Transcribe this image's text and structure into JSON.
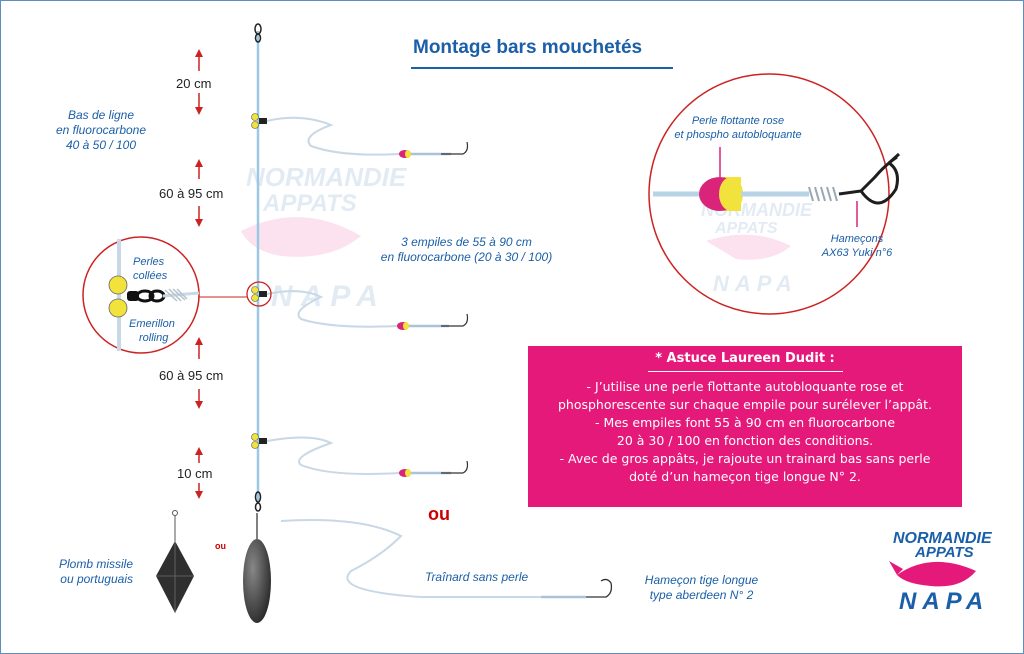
{
  "title": "Montage bars mouchetés",
  "labels": {
    "bas_de_ligne": [
      "Bas de ligne",
      "en fluorocarbone",
      "40  à 50 / 100"
    ],
    "dim_top": "20 cm",
    "dim_mid1": "60 à 95 cm",
    "dim_mid2": "60 à 95 cm",
    "dim_bottom": "10 cm",
    "empiles": [
      "3 empiles de 55 à 90 cm",
      "en fluorocarbone (20 à 30 / 100)"
    ],
    "perles_collees": [
      "Perles",
      "collées"
    ],
    "emerillon": [
      "Emerillon",
      "rolling"
    ],
    "plomb": [
      "Plomb missile",
      "ou portuguais"
    ],
    "ou_small": "ou",
    "ou_big": "ou",
    "trainard": "Traînard sans perle",
    "hamecon_tige": [
      "Hameçon tige longue",
      "type aberdeen N° 2"
    ],
    "perle_flottante": [
      "Perle flottante rose",
      "et phospho autobloquante"
    ],
    "hamecons_yuki": [
      "Hameçons",
      "AX63 Yuki n°6"
    ]
  },
  "tip": {
    "title": "* Astuce Laureen Dudit :",
    "lines": [
      "- J’utilise une perle flottante autobloquante rose et",
      "phosphorescente sur chaque empile pour surélever l’appât.",
      "- Mes empiles font 55 à 90 cm en fluorocarbone",
      "20 à 30 / 100 en fonction des conditions.",
      "- Avec de gros appâts, je rajoute un trainard bas sans perle",
      "doté d’un hameçon tige longue N° 2."
    ]
  },
  "logo": {
    "top": "NORMANDIE",
    "middle": "APPATS",
    "bottom": "NAPA"
  },
  "colors": {
    "accent_blue": "#1a5fa8",
    "tip_pink": "#e5197a",
    "arrow_red": "#cc2222",
    "bead_pink": "#d9247a",
    "bead_yellow": "#f2e23c"
  }
}
